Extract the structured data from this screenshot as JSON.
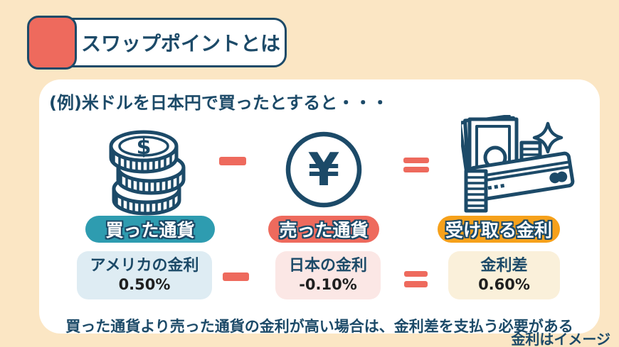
{
  "colors": {
    "background": "#FBE6C4",
    "navy": "#1C4A68",
    "coral": "#EE6A5D",
    "teal": "#2E9CB0",
    "orange": "#F6A11B",
    "light_blue": "#DEECF3",
    "light_pink": "#FBE7E5",
    "cream": "#FAF0DA",
    "card": "#FFFFFF"
  },
  "title": {
    "label": "スワップポイントとは"
  },
  "card": {
    "example_heading": "(例)米ドルを日本円で買ったとすると・・・",
    "flow": {
      "items": [
        {
          "icon": "dollar-coin-stack-icon",
          "badge": "買った通貨"
        },
        {
          "icon": "yen-circle-icon",
          "badge": "売った通貨"
        },
        {
          "icon": "money-interest-icon",
          "badge": "受け取る金利"
        }
      ],
      "operators": {
        "minus": "−",
        "equals": "="
      }
    },
    "rates": [
      {
        "label": "アメリカの金利",
        "value": "0.50%"
      },
      {
        "label": "日本の金利",
        "value": "-0.10%"
      },
      {
        "label": "金利差",
        "value": "0.60%"
      }
    ],
    "note": "買った通貨より売った通貨の金利が高い場合は、金利差を支払う必要がある"
  },
  "footer": {
    "disclaimer": "金利はイメージ"
  },
  "symbols": {
    "dollar": "$",
    "yen": "¥"
  }
}
